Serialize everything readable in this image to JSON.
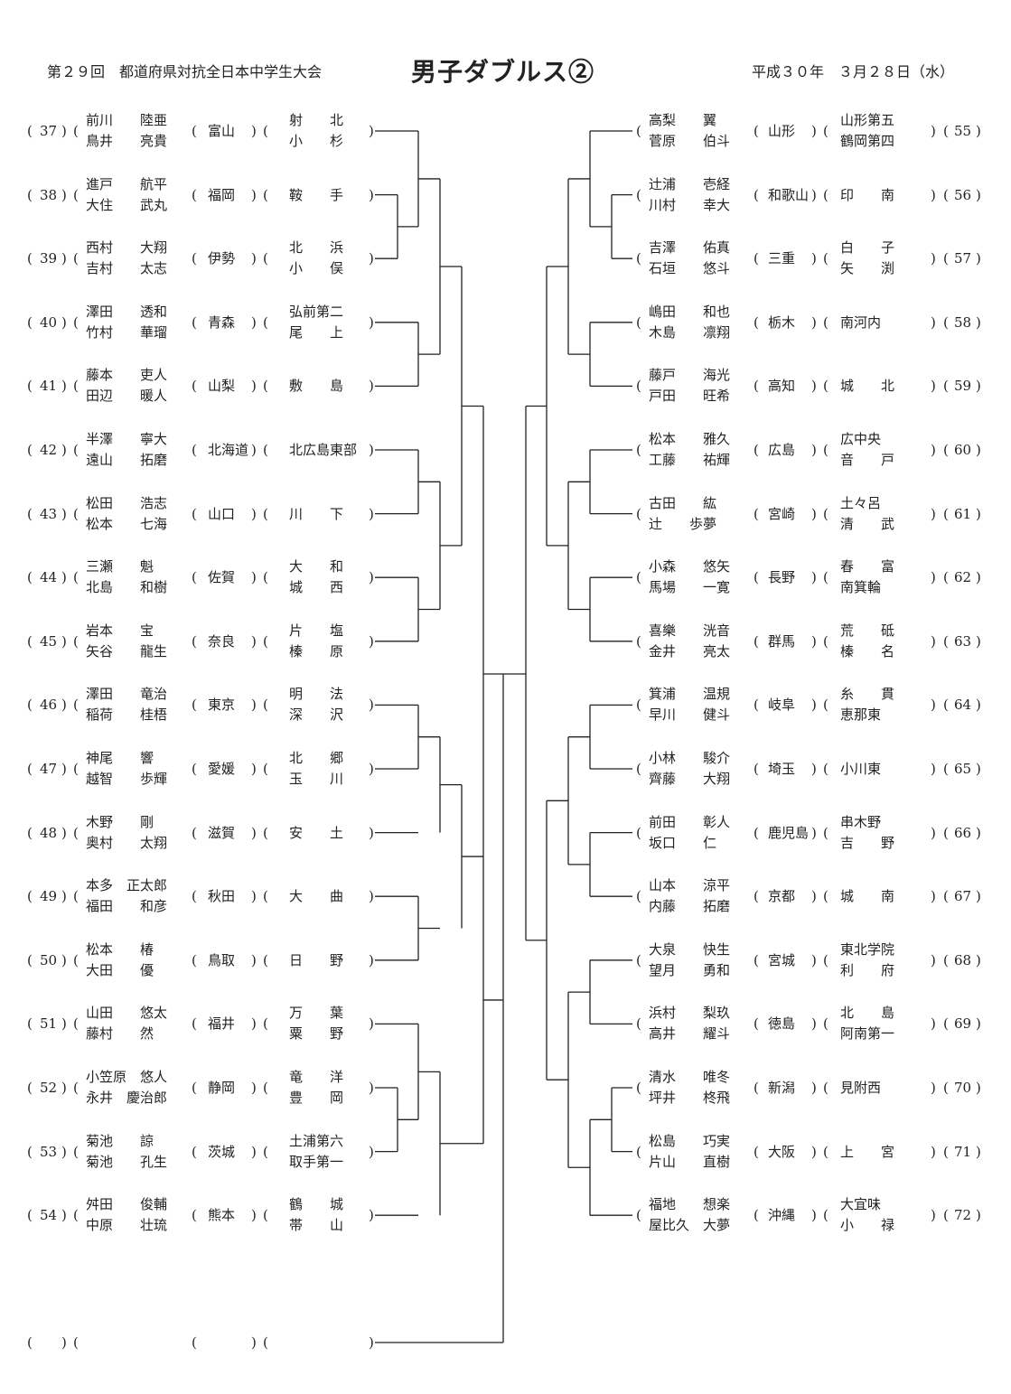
{
  "header": {
    "event": "第２９回　都道府県対抗全日本中学生大会",
    "title": "男子ダブルス②",
    "date": "平成３０年　３月２８日（水）"
  },
  "left_entries": [
    {
      "seed": "37",
      "p1": "前川　　陸亜",
      "p2": "鳥井　　亮貴",
      "pref": "富山",
      "school1": "射　　北",
      "school2": "小　　杉"
    },
    {
      "seed": "38",
      "p1": "進戸　　航平",
      "p2": "大住　　武丸",
      "pref": "福岡",
      "school1": "鞍　　手",
      "school2": ""
    },
    {
      "seed": "39",
      "p1": "西村　　大翔",
      "p2": "吉村　　太志",
      "pref": "伊勢",
      "school1": "北　　浜",
      "school2": "小　　俣"
    },
    {
      "seed": "40",
      "p1": "澤田　　透和",
      "p2": "竹村　　華瑠",
      "pref": "青森",
      "school1": "弘前第二",
      "school2": "尾　　上"
    },
    {
      "seed": "41",
      "p1": "藤本　　吏人",
      "p2": "田辺　　暖人",
      "pref": "山梨",
      "school1": "敷　　島",
      "school2": ""
    },
    {
      "seed": "42",
      "p1": "半澤　　寧大",
      "p2": "遠山　　拓磨",
      "pref": "北海道",
      "school1": "北広島東部",
      "school2": ""
    },
    {
      "seed": "43",
      "p1": "松田　　浩志",
      "p2": "松本　　七海",
      "pref": "山口",
      "school1": "川　　下",
      "school2": ""
    },
    {
      "seed": "44",
      "p1": "三瀬　　魁",
      "p2": "北島　　和樹",
      "pref": "佐賀",
      "school1": "大　　和",
      "school2": "城　　西"
    },
    {
      "seed": "45",
      "p1": "岩本　　宝",
      "p2": "矢谷　　龍生",
      "pref": "奈良",
      "school1": "片　　塩",
      "school2": "榛　　原"
    },
    {
      "seed": "46",
      "p1": "澤田　　竜治",
      "p2": "稲荷　　桂梧",
      "pref": "東京",
      "school1": "明　　法",
      "school2": "深　　沢"
    },
    {
      "seed": "47",
      "p1": "神尾　　響",
      "p2": "越智　　歩輝",
      "pref": "愛媛",
      "school1": "北　　郷",
      "school2": "玉　　川"
    },
    {
      "seed": "48",
      "p1": "木野　　剛",
      "p2": "奥村　　太翔",
      "pref": "滋賀",
      "school1": "安　　土",
      "school2": ""
    },
    {
      "seed": "49",
      "p1": "本多　正太郎",
      "p2": "福田　　和彦",
      "pref": "秋田",
      "school1": "大　　曲",
      "school2": ""
    },
    {
      "seed": "50",
      "p1": "松本　　椿",
      "p2": "大田　　優",
      "pref": "鳥取",
      "school1": "日　　野",
      "school2": ""
    },
    {
      "seed": "51",
      "p1": "山田　　悠太",
      "p2": "藤村　　然",
      "pref": "福井",
      "school1": "万　　葉",
      "school2": "粟　　野"
    },
    {
      "seed": "52",
      "p1": "小笠原　悠人",
      "p2": "永井　慶治郎",
      "pref": "静岡",
      "school1": "竜　　洋",
      "school2": "豊　　岡"
    },
    {
      "seed": "53",
      "p1": "菊池　　諒",
      "p2": "菊池　　孔生",
      "pref": "茨城",
      "school1": "土浦第六",
      "school2": "取手第一"
    },
    {
      "seed": "54",
      "p1": "舛田　　俊輔",
      "p2": "中原　　壮琉",
      "pref": "熊本",
      "school1": "鶴　　城",
      "school2": "帯　　山"
    }
  ],
  "right_entries": [
    {
      "seed": "55",
      "p1": "高梨　　翼",
      "p2": "菅原　　伯斗",
      "pref": "山形",
      "school1": "山形第五",
      "school2": "鶴岡第四"
    },
    {
      "seed": "56",
      "p1": "辻浦　　壱経",
      "p2": "川村　　幸大",
      "pref": "和歌山",
      "school1": "印　　南",
      "school2": ""
    },
    {
      "seed": "57",
      "p1": "吉澤　　佑真",
      "p2": "石垣　　悠斗",
      "pref": "三重",
      "school1": "白　　子",
      "school2": "矢　　渕"
    },
    {
      "seed": "58",
      "p1": "嶋田　　和也",
      "p2": "木島　　凛翔",
      "pref": "栃木",
      "school1": "南河内",
      "school2": ""
    },
    {
      "seed": "59",
      "p1": "藤戸　　海光",
      "p2": "戸田　　旺希",
      "pref": "高知",
      "school1": "城　　北",
      "school2": ""
    },
    {
      "seed": "60",
      "p1": "松本　　雅久",
      "p2": "工藤　　祐輝",
      "pref": "広島",
      "school1": "広中央",
      "school2": "音　　戸"
    },
    {
      "seed": "61",
      "p1": "古田　　紘",
      "p2": "辻　　歩夢",
      "pref": "宮崎",
      "school1": "土々呂",
      "school2": "清　　武"
    },
    {
      "seed": "62",
      "p1": "小森　　悠矢",
      "p2": "馬場　　一寛",
      "pref": "長野",
      "school1": "春　　富",
      "school2": "南箕輪"
    },
    {
      "seed": "63",
      "p1": "喜樂　　洸音",
      "p2": "金井　　亮太",
      "pref": "群馬",
      "school1": "荒　　砥",
      "school2": "榛　　名"
    },
    {
      "seed": "64",
      "p1": "箕浦　　温規",
      "p2": "早川　　健斗",
      "pref": "岐阜",
      "school1": "糸　　貫",
      "school2": "恵那東"
    },
    {
      "seed": "65",
      "p1": "小林　　駿介",
      "p2": "齊藤　　大翔",
      "pref": "埼玉",
      "school1": "小川東",
      "school2": ""
    },
    {
      "seed": "66",
      "p1": "前田　　彰人",
      "p2": "坂口　　仁",
      "pref": "鹿児島",
      "school1": "串木野",
      "school2": "吉　　野"
    },
    {
      "seed": "67",
      "p1": "山本　　涼平",
      "p2": "内藤　　拓磨",
      "pref": "京都",
      "school1": "城　　南",
      "school2": ""
    },
    {
      "seed": "68",
      "p1": "大泉　　快生",
      "p2": "望月　　勇和",
      "pref": "宮城",
      "school1": "東北学院",
      "school2": "利　　府"
    },
    {
      "seed": "69",
      "p1": "浜村　　梨玖",
      "p2": "高井　　耀斗",
      "pref": "徳島",
      "school1": "北　　島",
      "school2": "阿南第一"
    },
    {
      "seed": "70",
      "p1": "清水　　唯冬",
      "p2": "坪井　　柊飛",
      "pref": "新潟",
      "school1": "見附西",
      "school2": ""
    },
    {
      "seed": "71",
      "p1": "松島　　巧実",
      "p2": "片山　　直樹",
      "pref": "大阪",
      "school1": "上　　宮",
      "school2": ""
    },
    {
      "seed": "72",
      "p1": "福地　　想楽",
      "p2": "屋比久　大夢",
      "pref": "沖縄",
      "school1": "大宜味",
      "school2": "小　　禄"
    }
  ],
  "blank_entry": {
    "seed": "",
    "p1": "",
    "p2": "",
    "pref": "",
    "school1": "",
    "school2": ""
  },
  "punct": {
    "open": "(",
    "close": ")"
  }
}
